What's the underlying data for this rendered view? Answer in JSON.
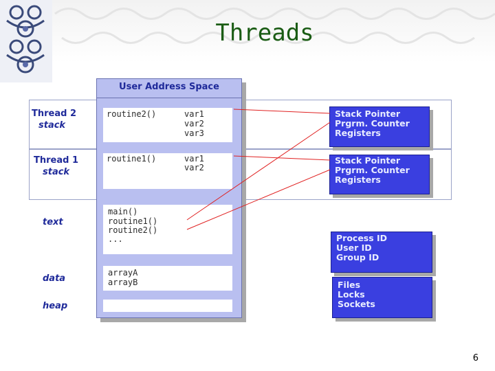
{
  "title": "Threads",
  "page_number": "6",
  "address_space": {
    "title": "User Address Space"
  },
  "threads": [
    {
      "name": "Thread 2",
      "label": "stack",
      "routine": "routine2()",
      "vars": [
        "var1",
        "var2",
        "var3"
      ]
    },
    {
      "name": "Thread 1",
      "label": "stack",
      "routine": "routine1()",
      "vars": [
        "var1",
        "var2"
      ]
    }
  ],
  "segments": {
    "text": {
      "label": "text",
      "lines": [
        "main()",
        "routine1()",
        "routine2()",
        "..."
      ]
    },
    "data": {
      "label": "data",
      "lines": [
        "arrayA",
        "arrayB"
      ]
    },
    "heap": {
      "label": "heap"
    }
  },
  "thread_boxes": [
    {
      "lines": [
        "Stack Pointer",
        "Prgrm. Counter",
        "Registers"
      ]
    },
    {
      "lines": [
        "Stack Pointer",
        "Prgrm. Counter",
        "Registers"
      ]
    }
  ],
  "process_box": {
    "lines": [
      "Process ID",
      "User ID",
      "Group ID"
    ]
  },
  "resources_box": {
    "lines": [
      "Files",
      "Locks",
      "Sockets"
    ]
  },
  "colors": {
    "title": "#1a5c14",
    "box": "#3a3fe0",
    "address_space": "#b9bff0",
    "link_line": "#e02020"
  }
}
